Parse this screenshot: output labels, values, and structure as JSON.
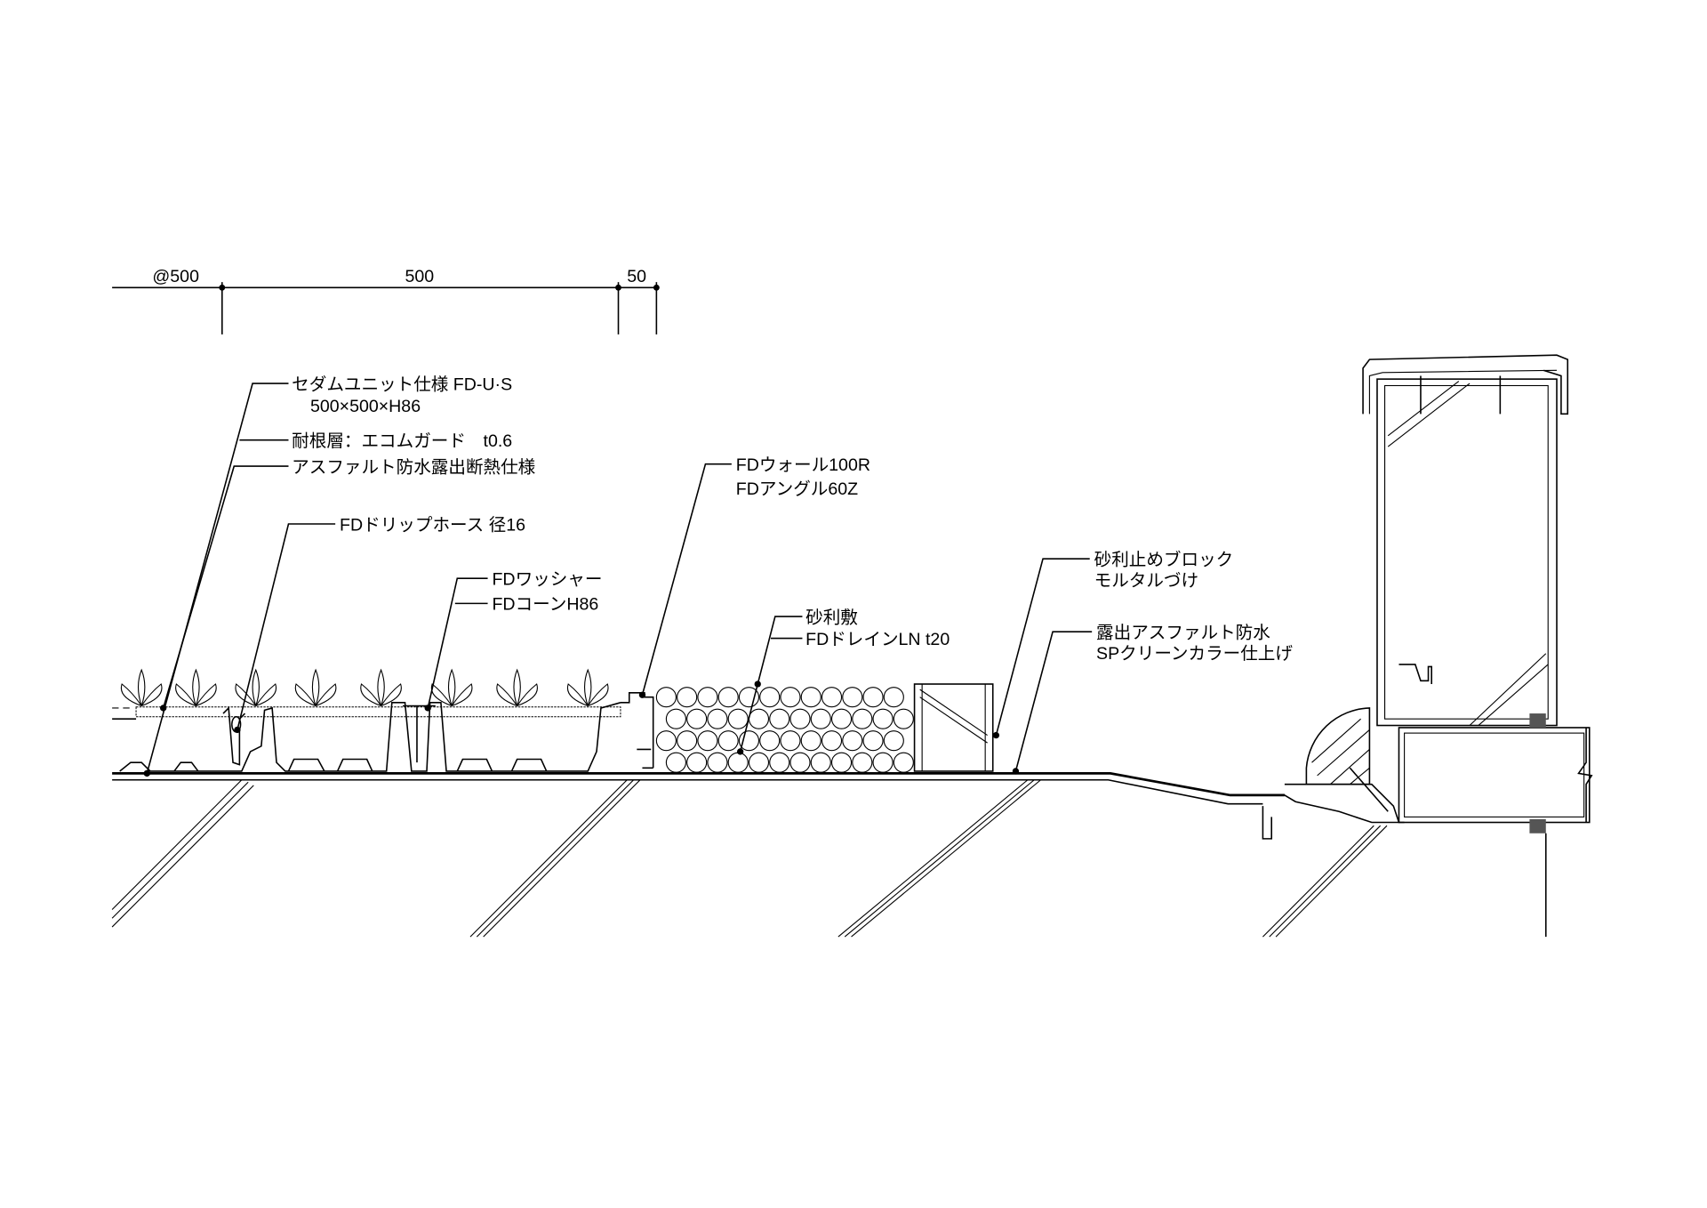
{
  "dimensions": {
    "pitch": "@500",
    "unit_width": "500",
    "edge_gap": "50"
  },
  "labels": {
    "sedum_unit": "セダムユニット仕様 FD-U·S",
    "sedum_unit_size": "500×500×H86",
    "root_barrier": "耐根層：エコムガード　t0.6",
    "asphalt_insulated": "アスファルト防水露出断熱仕様",
    "drip_hose": "FDドリップホース 径16",
    "washer": "FDワッシャー",
    "cone": "FDコーンH86",
    "wall": "FDウォール100R",
    "angle": "FDアングル60Z",
    "gravel": "砂利敷",
    "drain": "FDドレインLN t20",
    "gravel_stop_block": "砂利止めブロック",
    "mortar": "モルタルづけ",
    "exposed_asphalt": "露出アスファルト防水",
    "sp_clean_color": "SPクリーンカラー仕上げ"
  }
}
